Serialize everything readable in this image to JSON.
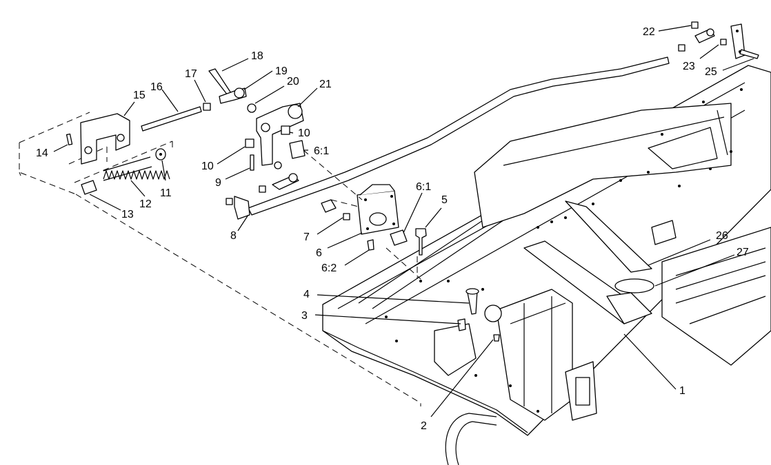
{
  "callouts": [
    {
      "id": "c1",
      "text": "1"
    },
    {
      "id": "c2",
      "text": "2"
    },
    {
      "id": "c3",
      "text": "3"
    },
    {
      "id": "c4",
      "text": "4"
    },
    {
      "id": "c5",
      "text": "5"
    },
    {
      "id": "c6",
      "text": "6"
    },
    {
      "id": "c6_1a",
      "text": "6:1"
    },
    {
      "id": "c6_1b",
      "text": "6:1"
    },
    {
      "id": "c6_2",
      "text": "6:2"
    },
    {
      "id": "c7",
      "text": "7"
    },
    {
      "id": "c8",
      "text": "8"
    },
    {
      "id": "c9",
      "text": "9"
    },
    {
      "id": "c10a",
      "text": "10"
    },
    {
      "id": "c10b",
      "text": "10"
    },
    {
      "id": "c11",
      "text": "11"
    },
    {
      "id": "c12",
      "text": "12"
    },
    {
      "id": "c13",
      "text": "13"
    },
    {
      "id": "c14",
      "text": "14"
    },
    {
      "id": "c15",
      "text": "15"
    },
    {
      "id": "c16",
      "text": "16"
    },
    {
      "id": "c17",
      "text": "17"
    },
    {
      "id": "c18",
      "text": "18"
    },
    {
      "id": "c19",
      "text": "19"
    },
    {
      "id": "c20",
      "text": "20"
    },
    {
      "id": "c21",
      "text": "21"
    },
    {
      "id": "c22",
      "text": "22"
    },
    {
      "id": "c23",
      "text": "23"
    },
    {
      "id": "c25",
      "text": "25"
    },
    {
      "id": "c26",
      "text": "26"
    },
    {
      "id": "c27",
      "text": "27"
    }
  ]
}
